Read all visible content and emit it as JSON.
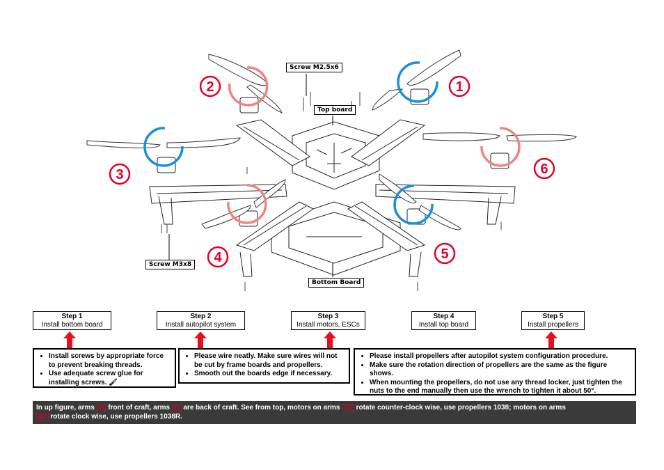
{
  "labels": {
    "screw_top": "Screw M2.5x6",
    "screw_bottom": "Screw M3x8",
    "top_board": "Top board",
    "bottom_board": "Bottom Board"
  },
  "motors": [
    {
      "number": "1",
      "rotation": "ccw",
      "arrow_color": "#1a8fd8"
    },
    {
      "number": "2",
      "rotation": "cw",
      "arrow_color": "#ee8580"
    },
    {
      "number": "3",
      "rotation": "ccw",
      "arrow_color": "#1a8fd8"
    },
    {
      "number": "4",
      "rotation": "cw",
      "arrow_color": "#ee8580"
    },
    {
      "number": "5",
      "rotation": "ccw",
      "arrow_color": "#1a8fd8"
    },
    {
      "number": "6",
      "rotation": "cw",
      "arrow_color": "#ee8580"
    }
  ],
  "number_color": "#e0002a",
  "steps": [
    {
      "title": "Step 1",
      "desc": "Install bottom board"
    },
    {
      "title": "Step 2",
      "desc": "Install autopilot system"
    },
    {
      "title": "Step 3",
      "desc": "Install motors, ESCs"
    },
    {
      "title": "Step 4",
      "desc": "Install top board"
    },
    {
      "title": "Step 5",
      "desc": "Install propellers"
    }
  ],
  "notes": {
    "screws": [
      "Install screws by appropriate force to prevent breaking threads.",
      "Use adequate screw glue for installing screws."
    ],
    "wiring": [
      "Please wire neatly. Make sure wires will not be cut by frame boards and propellers.",
      "Smooth out the boards edge if necessary."
    ],
    "propellers": [
      "Please install propellers after autopilot system configuration procedure.",
      "Make sure the rotation direction of propellers are the same as the figure shows.",
      "When mounting the propellers, do not use any thread locker, just tighten the nuts to the end manually then use the wrench to tighten it about  50°."
    ]
  },
  "footer": {
    "p1": "In up figure, arms",
    "p2": "front of craft, arms",
    "p3": "are back of craft. See from top, motors on arms",
    "p4": "rotate counter-clock wise, use propellers 1038; motors on arms",
    "p5": "rotate clock wise, use propellers 1038R."
  },
  "colors": {
    "arrow_red": "#e8101e",
    "footer_bg": "#3a3a3a"
  }
}
